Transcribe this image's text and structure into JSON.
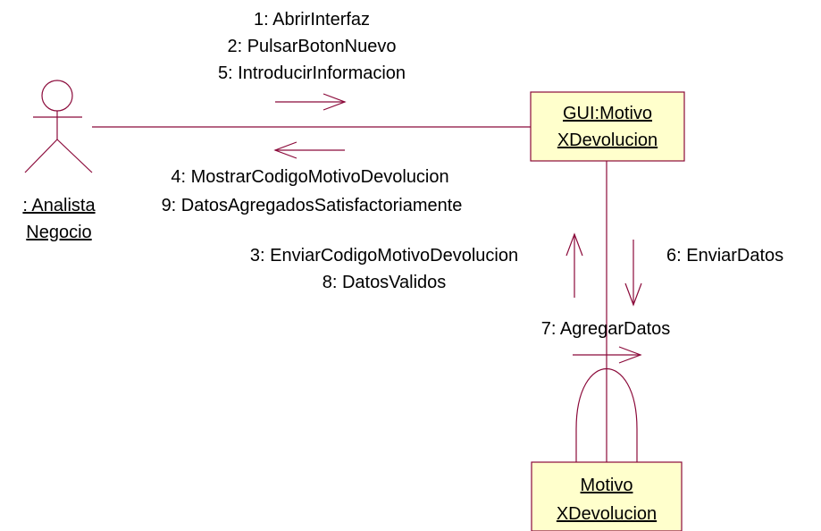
{
  "colors": {
    "line": "#8b0a3a",
    "box_fill": "#ffffcc",
    "text": "#000000",
    "background": "#ffffff"
  },
  "actor": {
    "icon": "stick-figure-icon",
    "name_line1": ": Analista",
    "name_line2": "Negocio"
  },
  "objects": {
    "gui": {
      "line1": "GUI:Motivo",
      "line2": "XDevolucion"
    },
    "entity": {
      "line1": "Motivo",
      "line2": "XDevolucion"
    }
  },
  "messages": {
    "actor_to_gui": [
      "1: AbrirInterfaz",
      "2: PulsarBotonNuevo",
      "5: IntroducirInformacion"
    ],
    "gui_to_actor": [
      "4: MostrarCodigoMotivoDevolucion",
      "9: DatosAgregadosSatisfactoriamente"
    ],
    "entity_to_gui": [
      "3: EnviarCodigoMotivoDevolucion",
      "8: DatosValidos"
    ],
    "gui_to_entity": [
      "6: EnviarDatos"
    ],
    "self_entity": [
      "7: AgregarDatos"
    ]
  }
}
